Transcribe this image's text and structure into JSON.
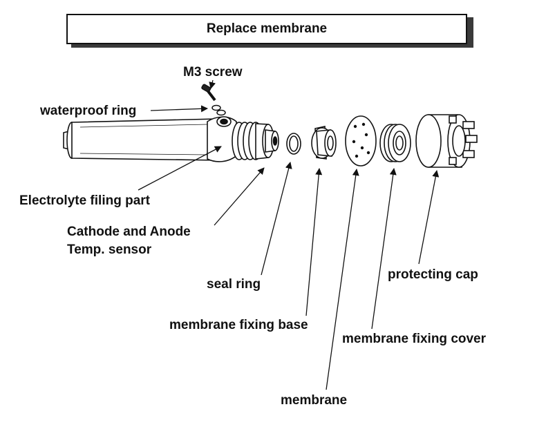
{
  "title": "Replace membrane",
  "labels": {
    "m3_screw": "M3 screw",
    "waterproof_ring": "waterproof ring",
    "electrolyte_filling_part": "Electrolyte filing part",
    "cathode_anode_line1": "Cathode and Anode",
    "cathode_anode_line2": "Temp. sensor",
    "seal_ring": "seal ring",
    "membrane_fixing_base": "membrane fixing base",
    "membrane": "membrane",
    "membrane_fixing_cover": "membrane fixing cover",
    "protecting_cap": "protecting cap"
  }
}
